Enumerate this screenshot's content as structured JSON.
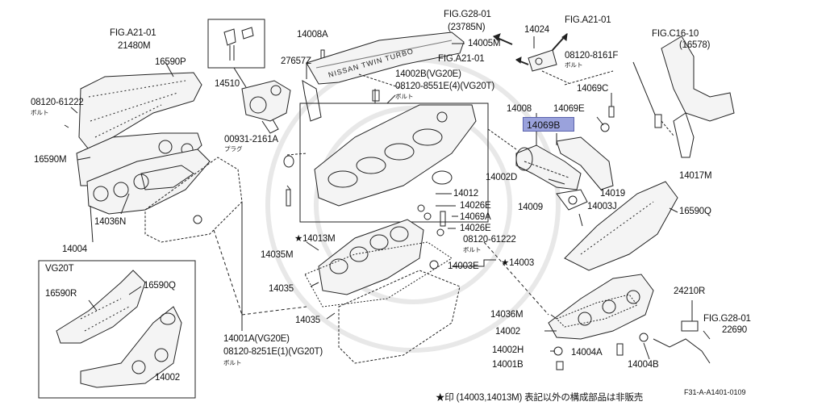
{
  "labels": {
    "fig_a21_top": "FIG.A21-01",
    "p21480m": "21480M",
    "p16590p": "16590P",
    "p08120_61222_l": "08120-61222",
    "bolt_l": "ボルト",
    "p14510": "14510",
    "p16590m": "16590M",
    "p14036n": "14036N",
    "p14004": "14004",
    "p14008a": "14008A",
    "p27657z": "27657Z",
    "p00931": "00931-2161A",
    "plug": "プラグ",
    "p14005m": "14005M",
    "p14002b": "14002B(VG20E)",
    "p08120_8551e": "08120-8551E(4)(VG20T)",
    "bolt_m": "ボルト",
    "fig_g28": "FIG.G28-01",
    "p23785n": "(23785N)",
    "p14024": "14024",
    "fig_a21_r1": "FIG.A21-01",
    "fig_a21_r2": "FIG.A21-01",
    "p08120_8161f": "08120-8161F",
    "bolt_r": "ボルト",
    "fig_c16": "FIG.C16-10",
    "p16578": "(16578)",
    "p14069c": "14069C",
    "p14008": "14008",
    "p14069e": "14069E",
    "p14069b": "14069B",
    "p14017m": "14017M",
    "p14002d": "14002D",
    "p14019": "14019",
    "p14009": "14009",
    "p14003j": "14003J",
    "p16590q": "16590Q",
    "p14012": "14012",
    "p14026e_1": "14026E",
    "p14069a": "14069A",
    "p14026e_2": "14026E",
    "p08120_61222_m": "08120-61222",
    "bolt_m2": "ボルト",
    "p14003e": "14003E",
    "p14003": "★14003",
    "p14013m": "★14013M",
    "p14035m": "14035M",
    "p14035_1": "14035",
    "p14035_2": "14035",
    "vg20t": "VG20T",
    "p16590r": "16590R",
    "p16590q_inset": "16590Q",
    "p14002_inset": "14002",
    "p14001a": "14001A(VG20E)",
    "p08120_8251e": "08120-8251E(1)(VG20T)",
    "bolt_b": "ボルト",
    "p14036m": "14036M",
    "p14002": "14002",
    "p14002h": "14002H",
    "p14001b": "14001B",
    "p14004a": "14004A",
    "p14004b": "14004B",
    "p24210r": "24210R",
    "fig_g28_b": "FIG.G28-01",
    "p22690": "22690",
    "footnote": "★印 (14003,14013M) 表記以外の構成部品は非販売",
    "code": "F31-A-A1401-0109",
    "cover_text": "NISSAN  TWIN TURBO"
  },
  "colors": {
    "highlight": "#9aa2dc",
    "line": "#222222",
    "part_fill": "#f4f4f4"
  }
}
